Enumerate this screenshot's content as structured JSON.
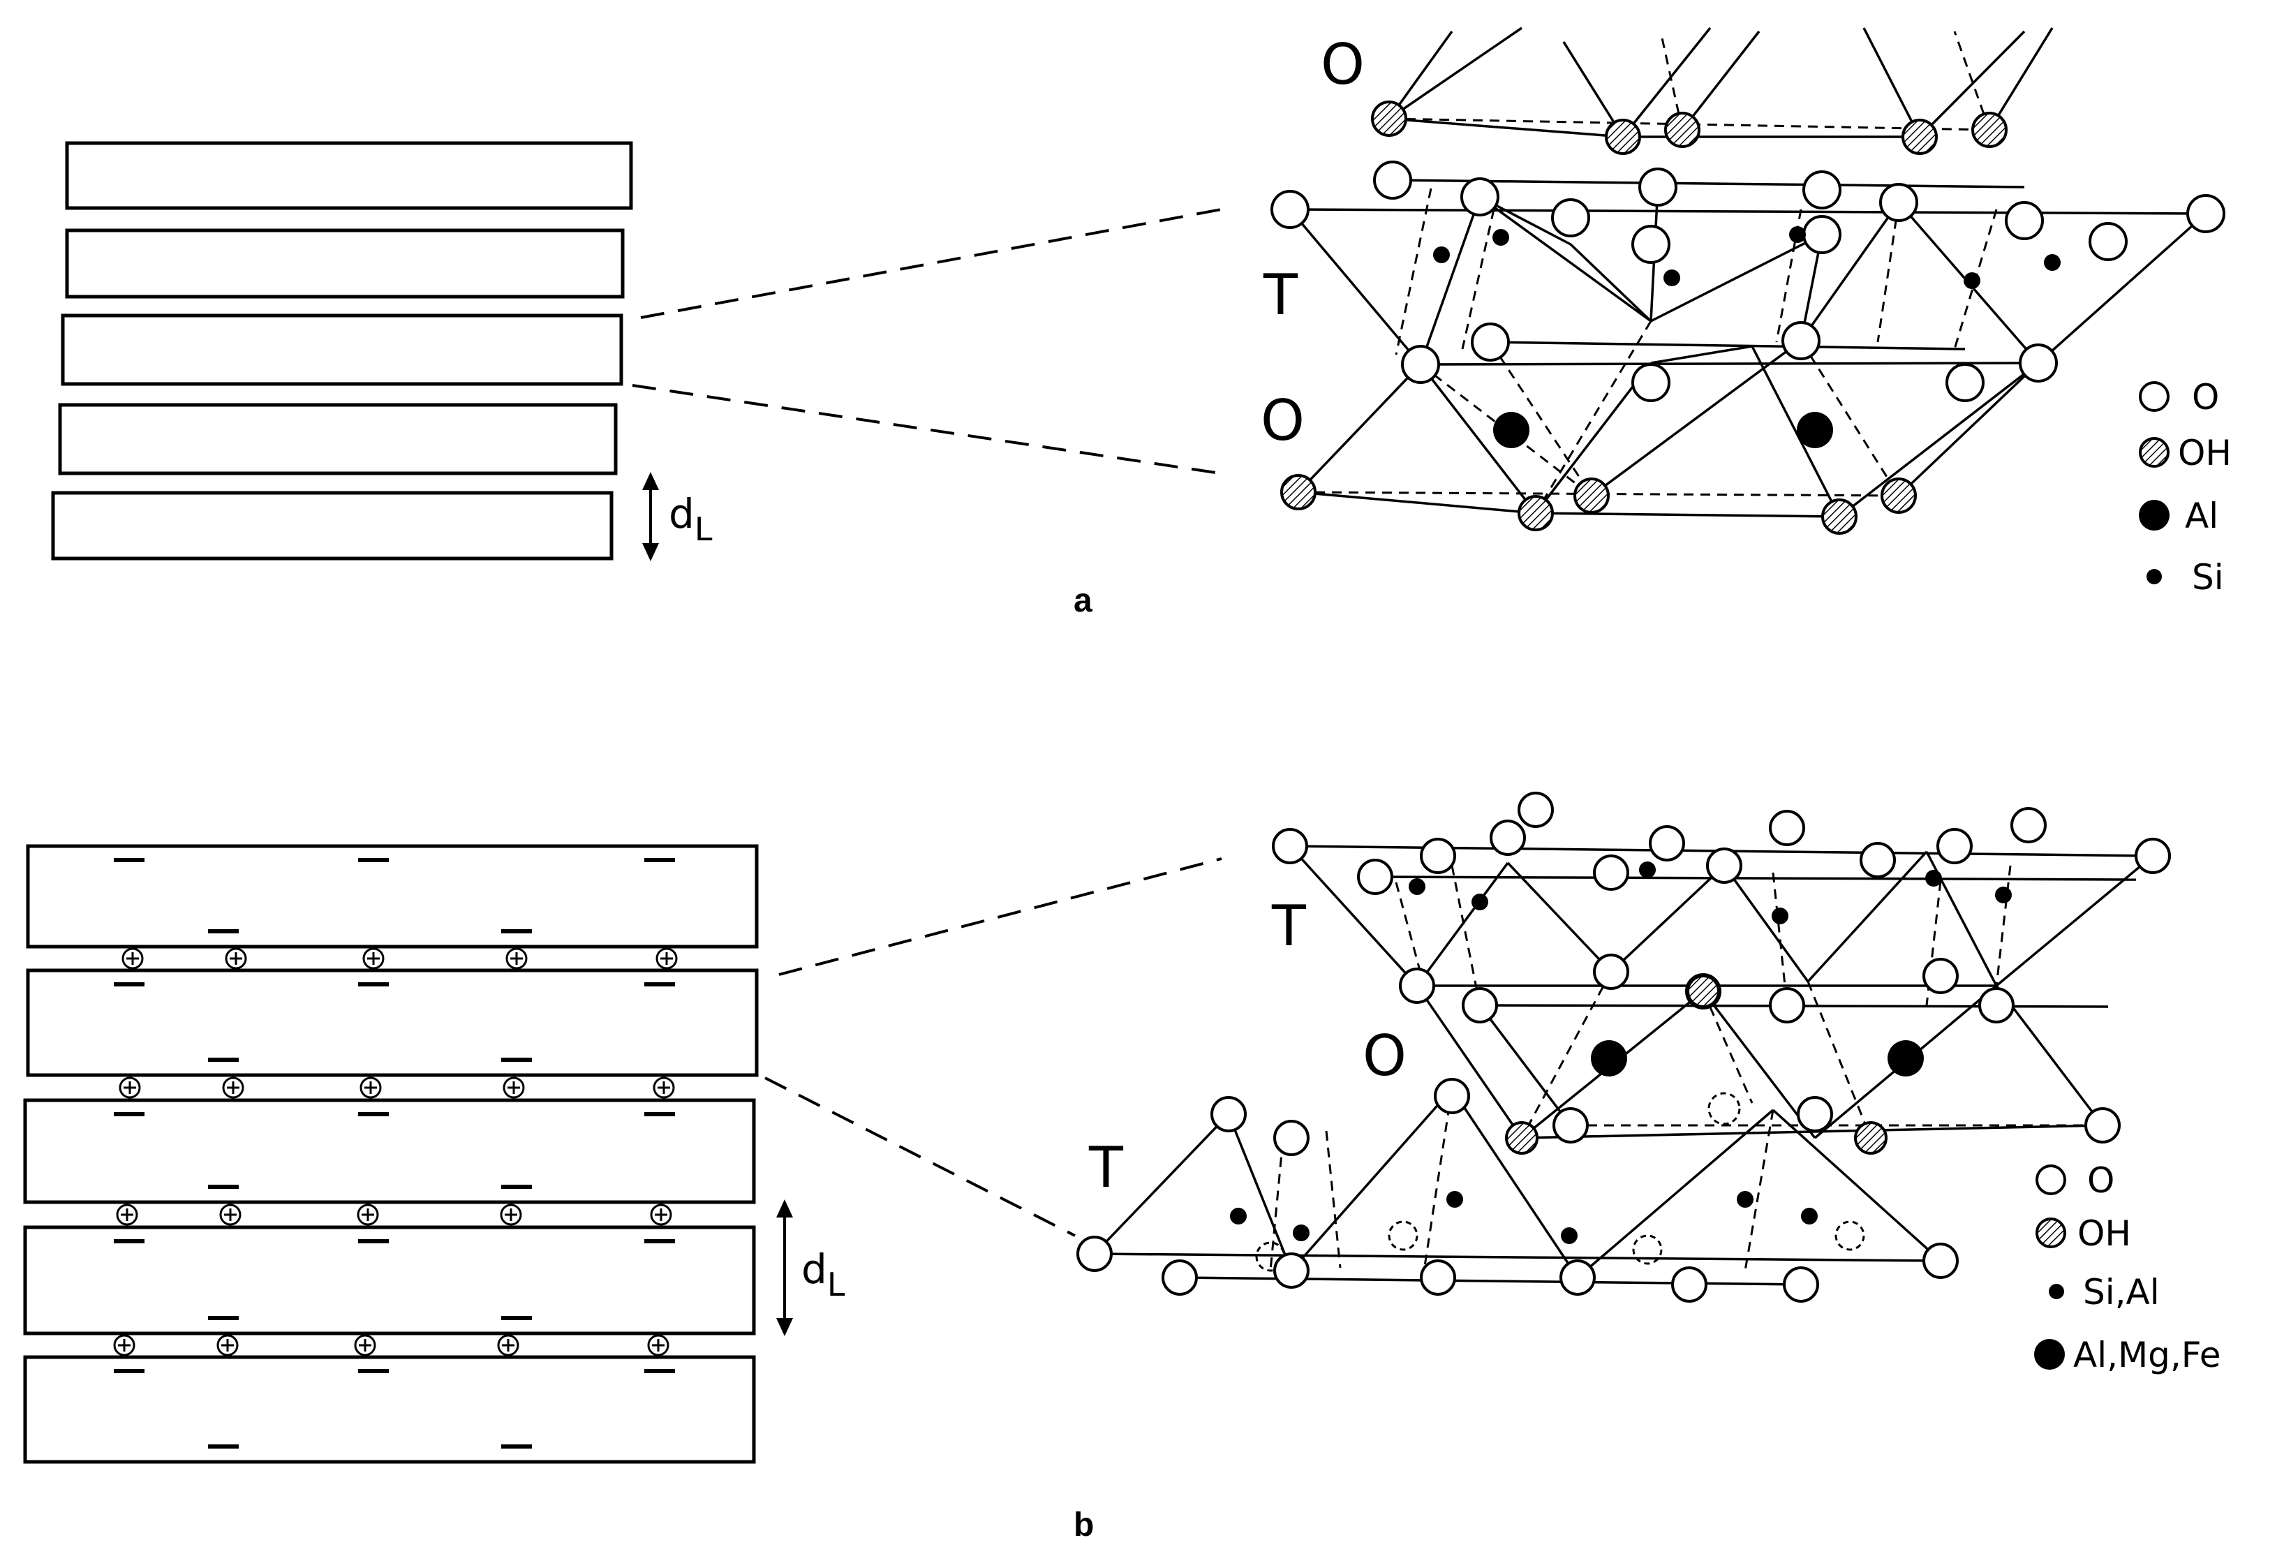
{
  "panels": {
    "a": {
      "label": "a",
      "layer_labels": [
        "O",
        "T",
        "O"
      ],
      "spacing_label_main": "d",
      "spacing_label_sub": "L",
      "legend": [
        {
          "symbol": "open-circle",
          "text": "O"
        },
        {
          "symbol": "hatched-circle",
          "text": "OH"
        },
        {
          "symbol": "large-filled-circle",
          "text": "Al"
        },
        {
          "symbol": "small-filled-circle",
          "text": "Si"
        }
      ]
    },
    "b": {
      "label": "b",
      "layer_labels": [
        "T",
        "O",
        "T"
      ],
      "spacing_label_main": "d",
      "spacing_label_sub": "L",
      "cation_symbol": "+",
      "legend": [
        {
          "symbol": "open-circle",
          "text": "O"
        },
        {
          "symbol": "hatched-circle",
          "text": "OH"
        },
        {
          "symbol": "small-filled-circle",
          "text": "Si,Al"
        },
        {
          "symbol": "large-filled-circle",
          "text": "Al,Mg,Fe"
        }
      ]
    }
  },
  "colors": {
    "ink": "#000000",
    "paper": "#ffffff"
  }
}
